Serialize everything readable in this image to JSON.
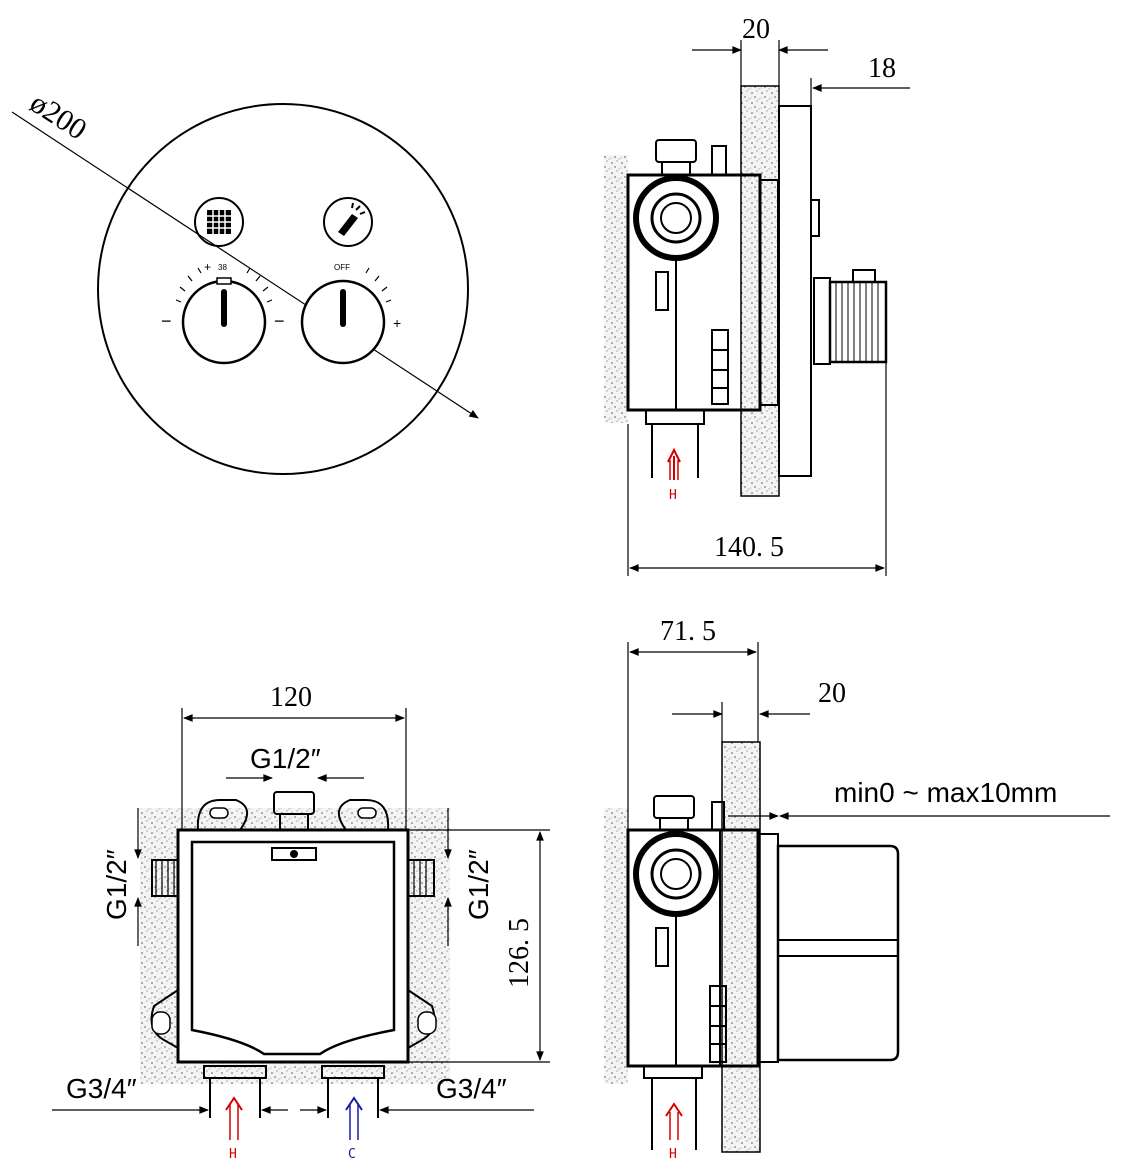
{
  "colors": {
    "line": "#000000",
    "hot": "#d40000",
    "cold": "#1a1aa8",
    "wall": "#f2f2f2"
  },
  "front": {
    "diameter_label": "ø200",
    "icon_left": "radiator-icon",
    "icon_right": "hand-shower-icon",
    "knob_left_top": "38",
    "knob_left_plus": "+",
    "knob_left_minus": "−",
    "knob_right_top": "OFF",
    "knob_right_plus": "+"
  },
  "side_top": {
    "dim_wall": "20",
    "dim_plate": "18",
    "dim_depth": "140. 5",
    "inlet": "H"
  },
  "box": {
    "dim_width": "120",
    "top_thread": "G1/2″",
    "left_thread": "G1/2″",
    "right_thread": "G1/2″",
    "dim_height": "126. 5",
    "bottom_left_thread": "G3/4″",
    "bottom_right_thread": "G3/4″",
    "inlet_hot": "H",
    "inlet_cold": "C"
  },
  "side_bottom": {
    "dim_body": "71. 5",
    "dim_wall": "20",
    "tolerance": "min0 ~ max10mm",
    "inlet": "H"
  }
}
